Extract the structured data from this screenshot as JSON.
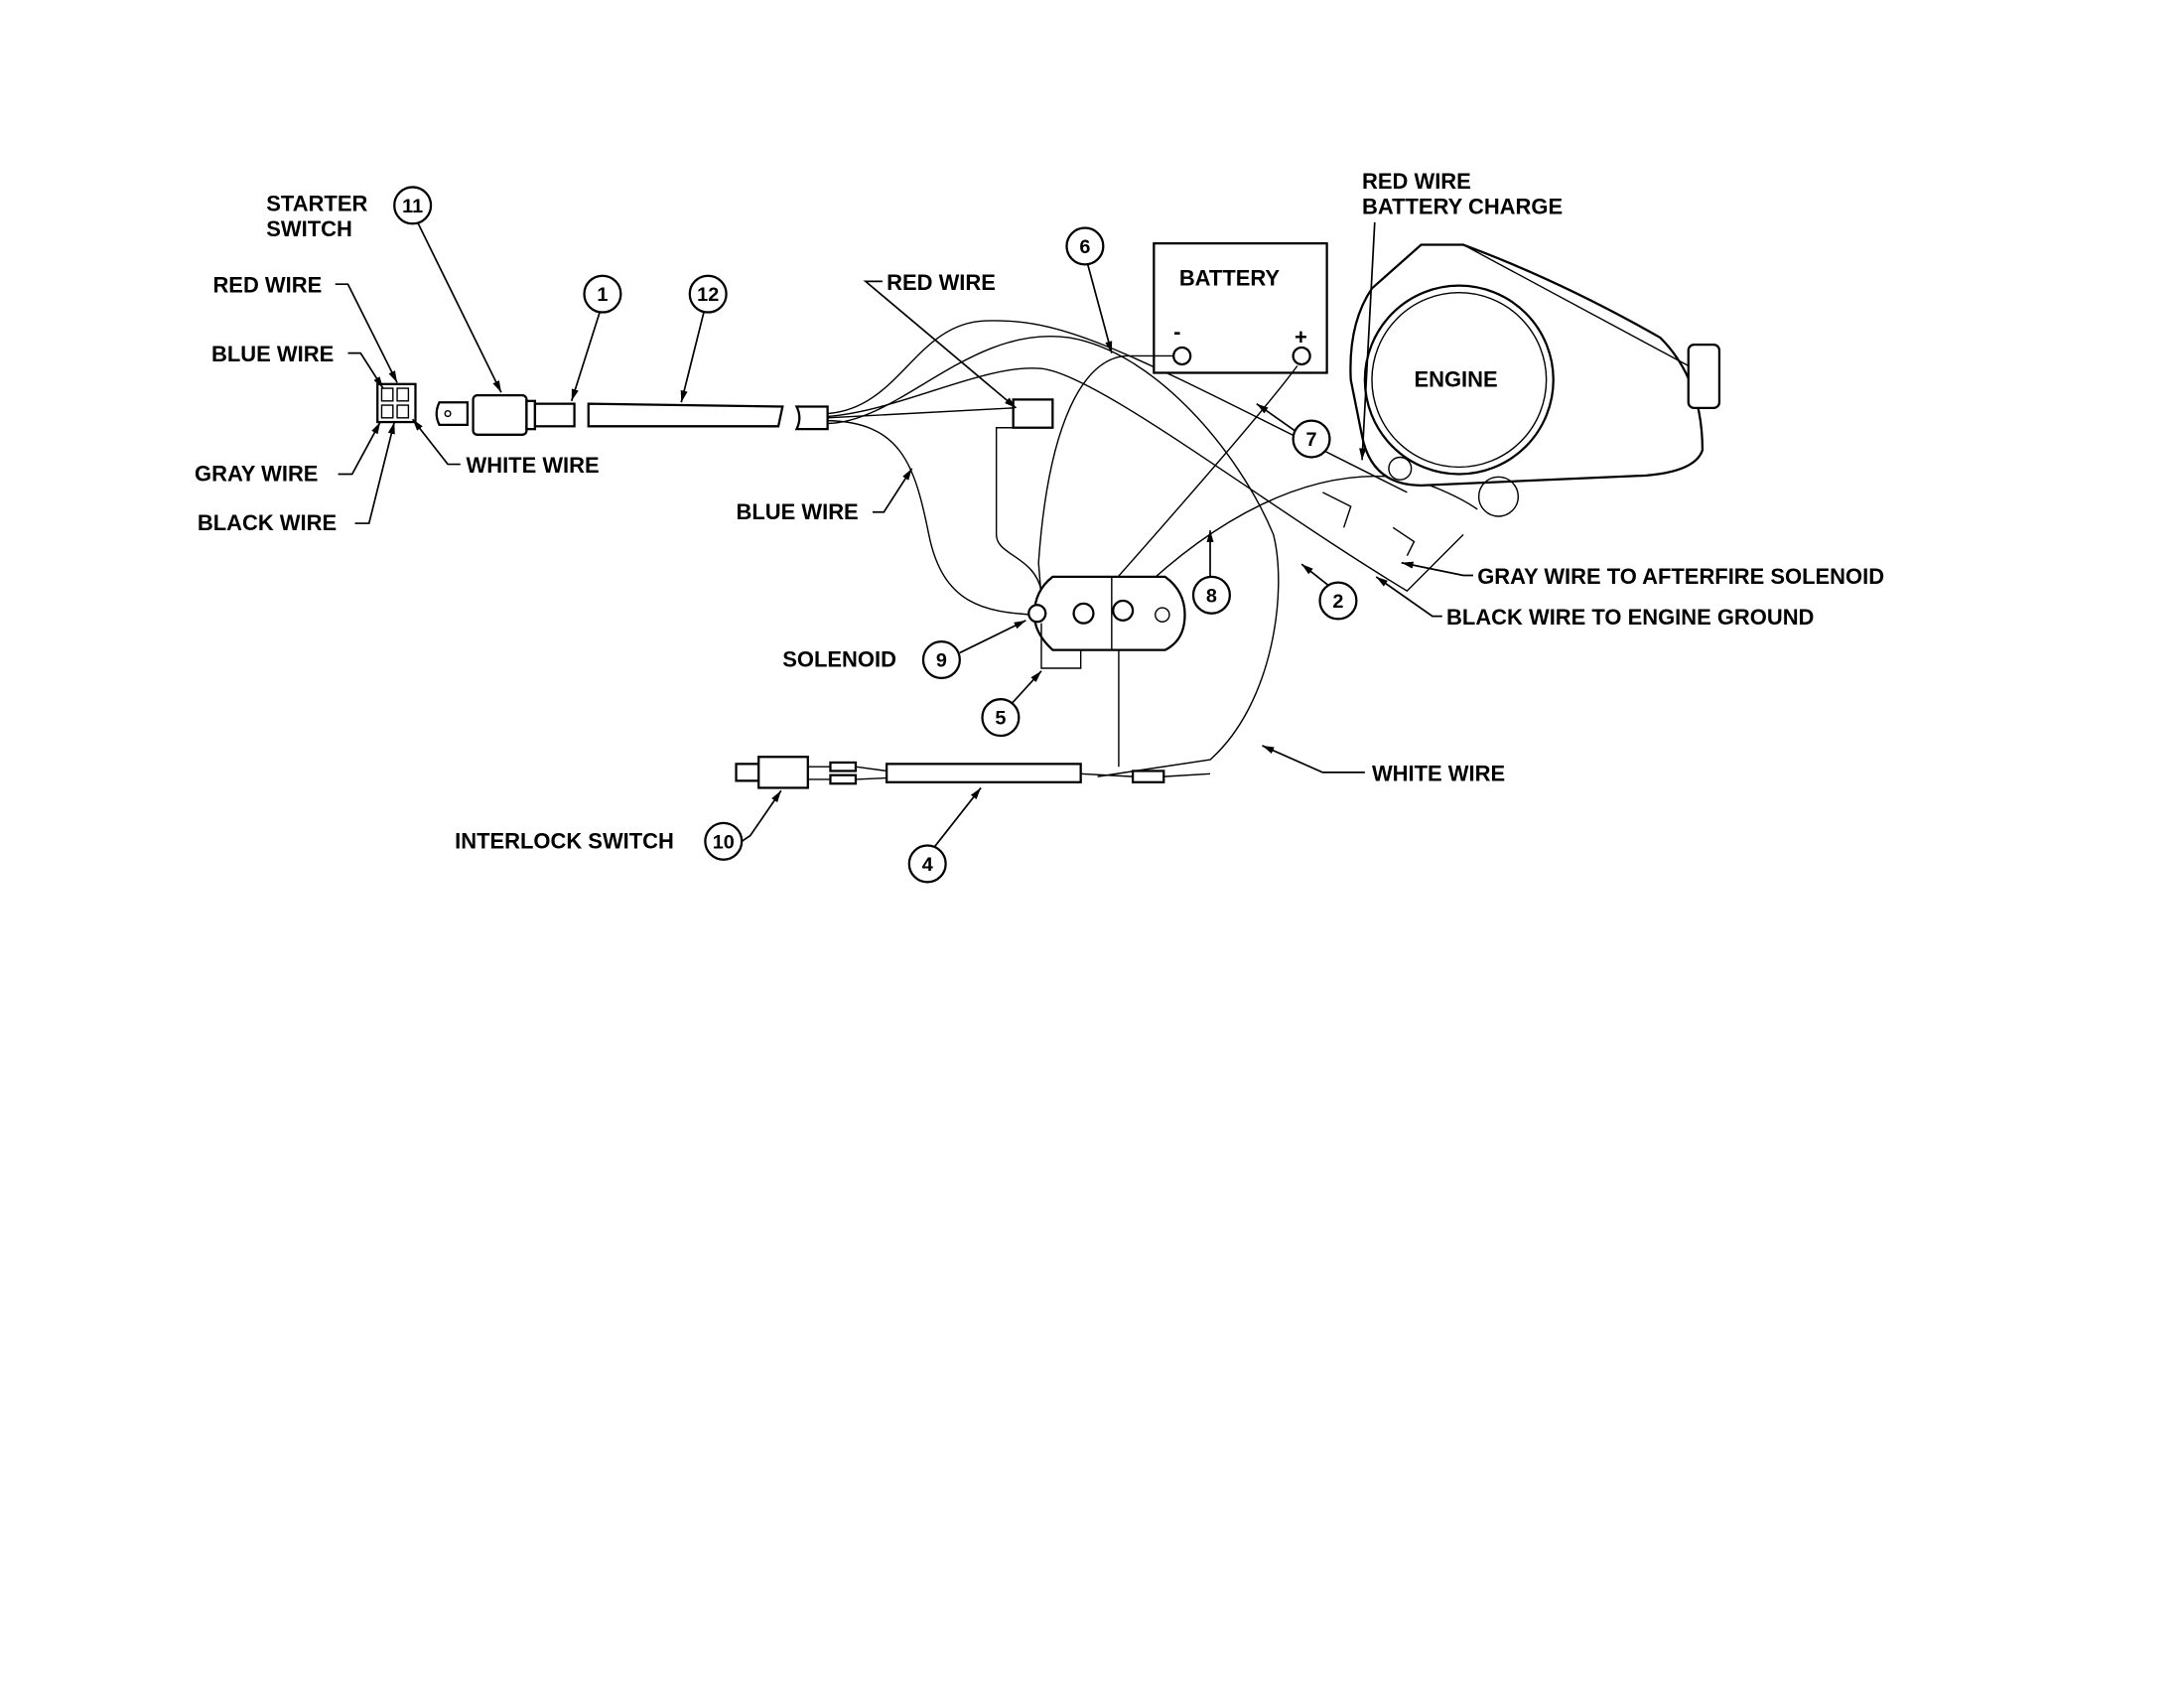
{
  "labels": {
    "starter_switch_1": "STARTER",
    "starter_switch_2": "SWITCH",
    "red_wire_left": "RED WIRE",
    "blue_wire_left": "BLUE WIRE",
    "gray_wire_left": "GRAY WIRE",
    "black_wire_left": "BLACK WIRE",
    "white_wire_left": "WHITE WIRE",
    "red_wire_mid": "RED WIRE",
    "blue_wire_mid": "BLUE WIRE",
    "battery": "BATTERY",
    "battery_neg": "-",
    "battery_pos": "+",
    "red_wire_charge_1": "RED WIRE",
    "red_wire_charge_2": "BATTERY CHARGE",
    "engine": "ENGINE",
    "gray_afterfire": "GRAY WIRE TO AFTERFIRE SOLENOID",
    "black_ground": "BLACK WIRE TO ENGINE GROUND",
    "solenoid": "SOLENOID",
    "white_wire_right": "WHITE WIRE",
    "interlock_switch": "INTERLOCK SWITCH"
  },
  "callouts": {
    "c1": "1",
    "c2": "2",
    "c4": "4",
    "c5": "5",
    "c6": "6",
    "c7": "7",
    "c8": "8",
    "c9": "9",
    "c10": "10",
    "c11": "11",
    "c12": "12"
  }
}
